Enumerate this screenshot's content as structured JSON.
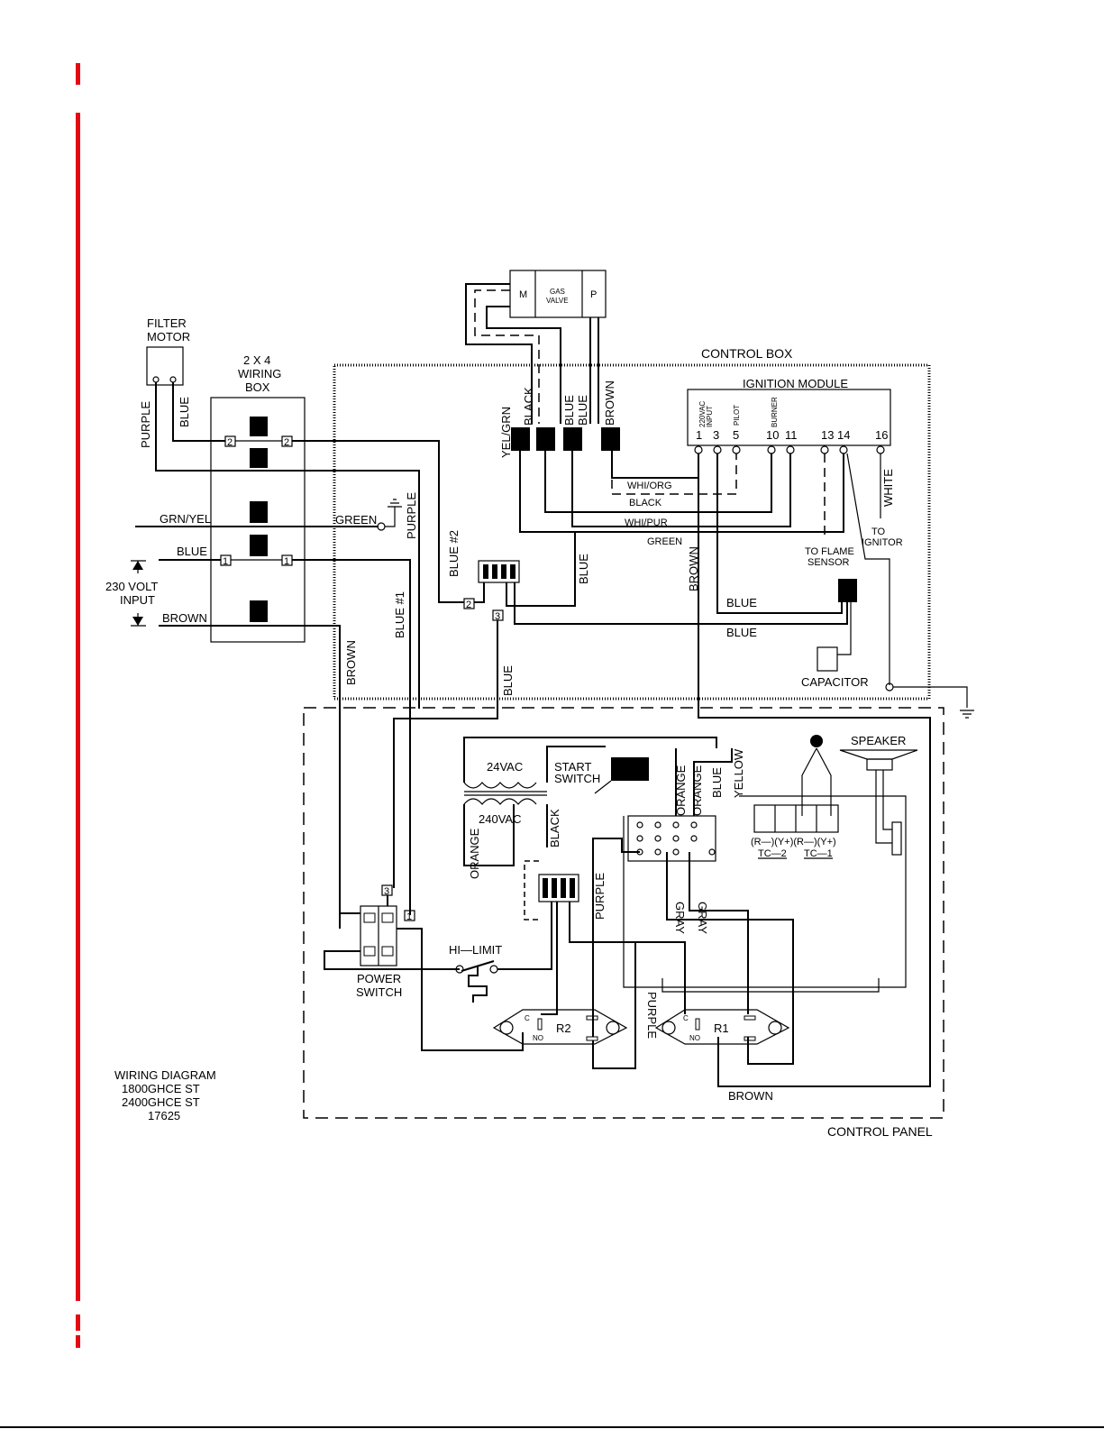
{
  "diagram": {
    "title_lines": [
      "WIRING  DIAGRAM",
      "1800GHCE  ST",
      "2400GHCE  ST",
      "17625"
    ],
    "sections": {
      "control_box": "CONTROL  BOX",
      "control_panel": "CONTROL  PANEL",
      "ignition_module": "IGNITION  MODULE",
      "wiring_box": [
        "2  X  4",
        "WIRING",
        "BOX"
      ],
      "filter_motor": [
        "FILTER",
        "MOTOR"
      ]
    },
    "gas_valve": {
      "m": "M",
      "label": [
        "GAS",
        "VALVE"
      ],
      "p": "P"
    },
    "ignition_terminals": [
      "1",
      "3",
      "5",
      "10",
      "11",
      "13",
      "14",
      "16"
    ],
    "ignition_input_labels": {
      "input": [
        "220VAC",
        "INPUT"
      ],
      "pilot": "PILOT",
      "burner": "BURNER"
    },
    "input": {
      "voltage": [
        "230  VOLT",
        "INPUT"
      ]
    },
    "wire_labels": {
      "purple": "PURPLE",
      "blue": "BLUE",
      "grn_yel": "GRN/YEL",
      "green": "GREEN",
      "brown": "BROWN",
      "yel_grn": "YEL/GRN",
      "black": "BLACK",
      "whi_org": "WHI/ORG",
      "whi_pur": "WHI/PUR",
      "white": "WHITE",
      "blue_1": "BLUE  #1",
      "blue_2": "BLUE  #2",
      "orange": "ORANGE",
      "yellow": "YELLOW",
      "gray": "GRAY"
    },
    "components": {
      "to_flame_sensor": [
        "TO  FLAME",
        "SENSOR"
      ],
      "to_ignitor": [
        "TO",
        "IGNITOR"
      ],
      "capacitor": "CAPACITOR",
      "transformer_primary": "240VAC",
      "transformer_secondary": "24VAC",
      "start_switch": [
        "START",
        "SWITCH"
      ],
      "speaker": "SPEAKER",
      "hi_limit": "HI—LIMIT",
      "power_switch": [
        "POWER",
        "SWITCH"
      ],
      "relay_r1": "R1",
      "relay_r2": "R2",
      "relay_c": "C",
      "relay_no": "NO",
      "thermocouple_terms": "(R—)(Y+)(R—)(Y+)",
      "tc2": "TC—2",
      "tc1": "TC—1"
    },
    "terminal_numbers": {
      "one": "1",
      "two": "2",
      "three": "3"
    }
  }
}
